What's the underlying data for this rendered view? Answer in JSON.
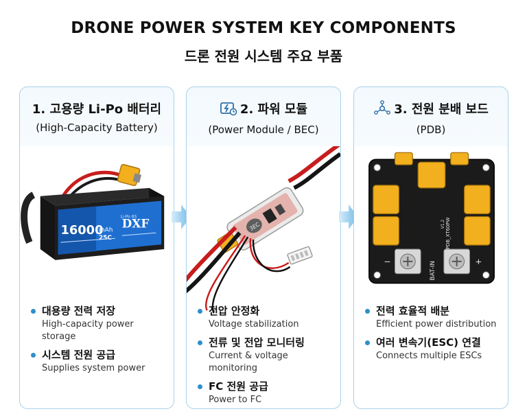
{
  "header": {
    "title": "DRONE POWER SYSTEM KEY COMPONENTS",
    "subtitle": "드론 전원 시스템 주요 부품"
  },
  "colors": {
    "accent": "#2d8fcb",
    "card_border": "#a8d2ea",
    "connector": "#f2b01e",
    "battery_blue": "#1f6fd1",
    "pcb_black": "#1b1b1b",
    "wire_red": "#d61f1f"
  },
  "cards": [
    {
      "title": "1. 고용량 Li-Po 배터리",
      "subtitle": "(High-Capacity Battery)",
      "icon": "",
      "battery_label": {
        "capacity": "16000",
        "unit": "mAh",
        "rate": "25C",
        "brand": "DXF",
        "cells": "Li-Po 6S"
      },
      "bullets": [
        {
          "main": "대용량 전력 저장",
          "sub": "High-capacity power storage"
        },
        {
          "main": "시스템 전원 공급",
          "sub": "Supplies system power"
        }
      ]
    },
    {
      "title": "2. 파워 모듈",
      "subtitle": "(Power Module / BEC)",
      "icon": "power-module-icon",
      "module_label": "3EC",
      "bullets": [
        {
          "main": "전압 안정화",
          "sub": "Voltage stabilization"
        },
        {
          "main": "전류 및 전압 모니터링",
          "sub": "Current & voltage monitoring"
        },
        {
          "main": "FC 전원 공급",
          "sub": "Power to FC"
        }
      ]
    },
    {
      "title": "3. 전원 분배 보드",
      "subtitle": "(PDB)",
      "icon": "network-icon",
      "pcb_labels": {
        "model": "PDB_XT60PW",
        "version": "V1.2",
        "input": "BAT-IN",
        "minus": "−",
        "plus": "+"
      },
      "bullets": [
        {
          "main": "전력 효율적 배분",
          "sub": "Efficient power distribution"
        },
        {
          "main": "여러 변속기(ESC) 연결",
          "sub": "Connects multiple ESCs"
        }
      ]
    }
  ]
}
